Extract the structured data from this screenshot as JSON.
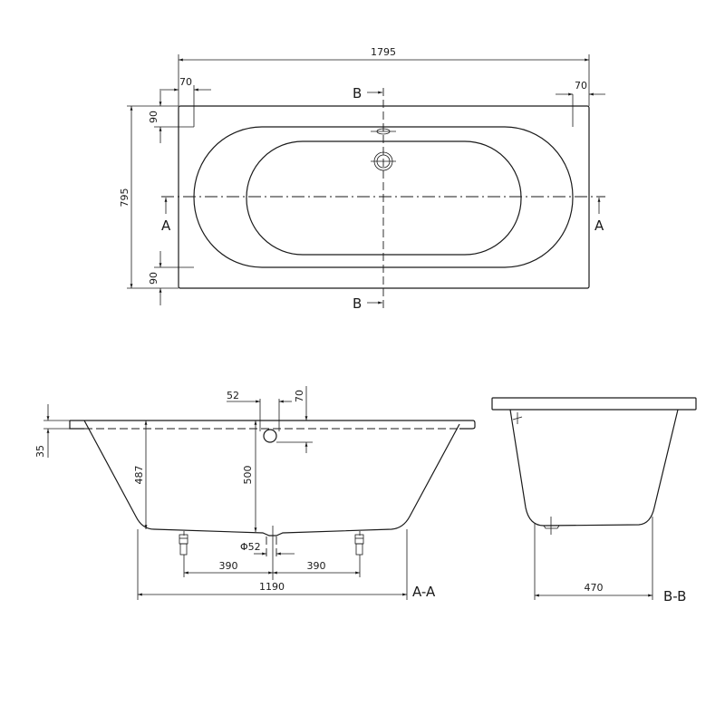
{
  "top_view": {
    "overall_length": "1795",
    "overall_width": "795",
    "rim_left": "70",
    "rim_right": "70",
    "rim_top": "90",
    "rim_bottom": "90",
    "section_a_left": "A",
    "section_a_right": "A",
    "section_b_top": "B",
    "section_b_bottom": "B"
  },
  "section_aa": {
    "title": "A-A",
    "rim_thickness": "35",
    "depth_side": "487",
    "depth_center": "500",
    "overflow_width": "52",
    "overflow_height": "70",
    "drain_diameter": "Φ52",
    "foot_left": "390",
    "foot_right": "390",
    "bottom_length": "1190"
  },
  "section_bb": {
    "title": "B-B",
    "bottom_width": "470"
  }
}
